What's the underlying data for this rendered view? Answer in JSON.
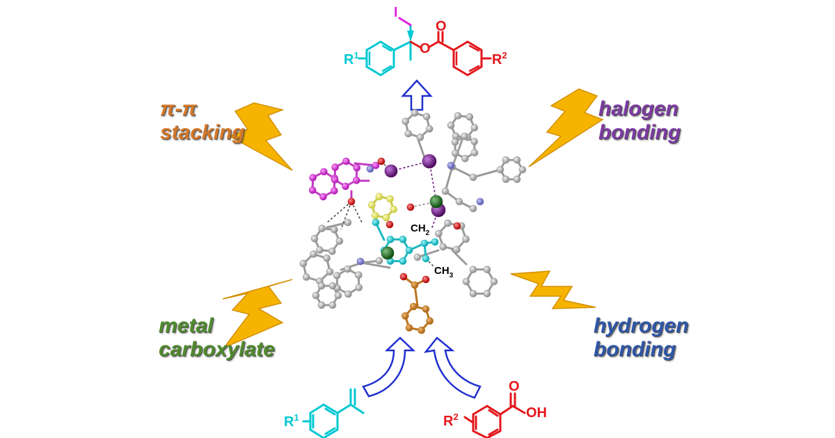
{
  "colors": {
    "pi_pi": "#d2772a",
    "halogen": "#7b3aa0",
    "metal": "#4f8a2e",
    "hydrogen": "#2f56a6",
    "bolt": "#f6b400",
    "arrow": "#1f2fd0",
    "cyan": "#00c8d2",
    "red": "#e3161b",
    "magenta": "#e020e0",
    "gray": "#a8a8a8",
    "purple": "#6d1480",
    "green": "#1f6b1f",
    "yellow": "#eded60",
    "orange": "#c77a1e",
    "nitrogen": "#7777cc"
  },
  "interactions": {
    "pi_pi": {
      "line1": "π-π",
      "line2": "stacking"
    },
    "halogen": {
      "line1": "halogen",
      "line2": "bonding"
    },
    "metal": {
      "line1": "metal",
      "line2": "carboxylate"
    },
    "hydrogen": {
      "line1": "hydrogen",
      "line2": "bonding"
    }
  },
  "product": {
    "iodine": "I",
    "oxygen": "O",
    "carbonyl_oxygen": "O",
    "r1": "R",
    "r1_sup": "1",
    "r2": "R",
    "r2_sup": "2"
  },
  "reactant_styrene": {
    "r1": "R",
    "r1_sup": "1"
  },
  "reactant_acid": {
    "r2": "R",
    "r2_sup": "2",
    "carbonyl_oxygen": "O",
    "hydroxyl": "OH"
  },
  "model_labels": {
    "ch2": "CH",
    "ch2_sub": "2",
    "ch3": "CH",
    "ch3_sub": "3"
  }
}
